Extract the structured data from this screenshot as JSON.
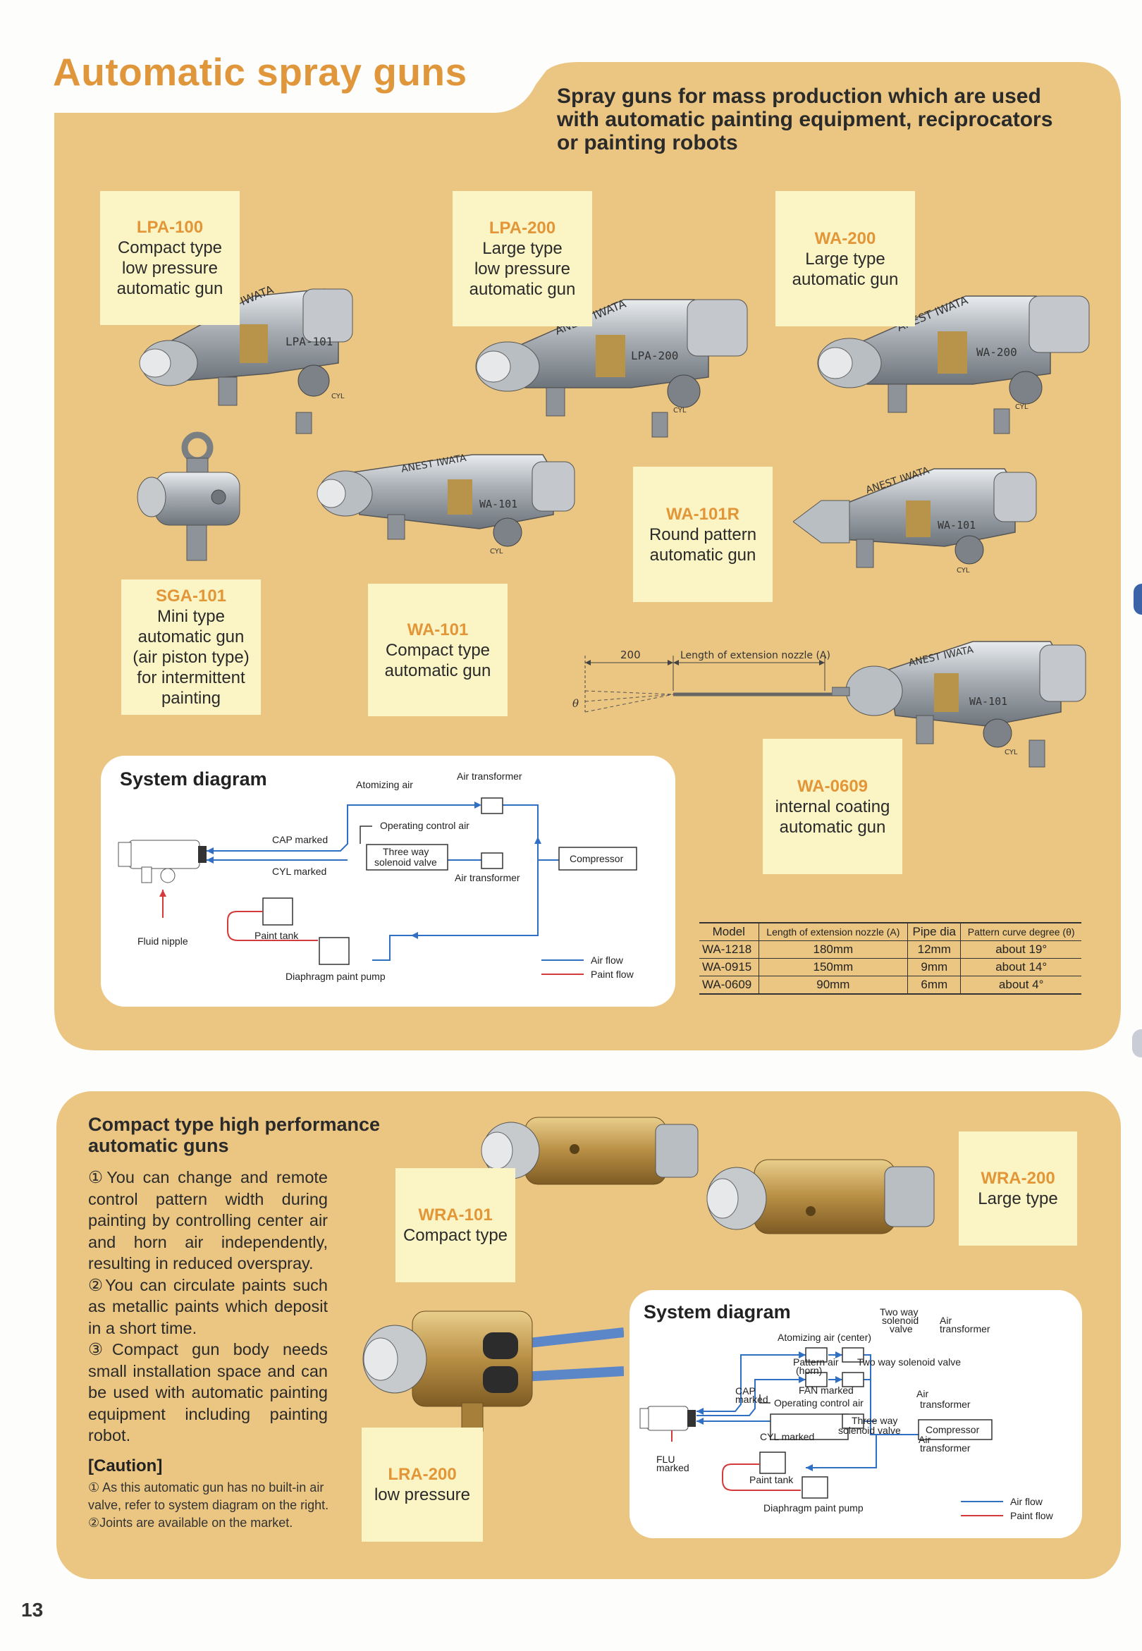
{
  "page": {
    "title": "Automatic spray guns",
    "subtitle": "Spray guns for mass production which are used with automatic painting equipment, reciprocators or painting robots",
    "page_number": "13"
  },
  "colors": {
    "panel": "#ebc682",
    "label_bg": "#fbf5c6",
    "model_text": "#e39638",
    "air_flow": "#2f6fc4",
    "paint_flow": "#d43a3a"
  },
  "guns": {
    "lpa100": {
      "model": "LPA-100",
      "line1": "Compact type",
      "line2": "low pressure",
      "line3": "automatic gun",
      "body_mark": "LPA-101",
      "brand": "ANEST IWATA",
      "cyl": "CYL"
    },
    "lpa200": {
      "model": "LPA-200",
      "line1": "Large type",
      "line2": "low pressure",
      "line3": "automatic gun",
      "body_mark": "LPA-200",
      "brand": "ANEST IWATA",
      "cyl": "CYL"
    },
    "wa200": {
      "model": "WA-200",
      "line1": "Large type",
      "line2": "automatic gun",
      "body_mark": "WA-200",
      "brand": "ANEST IWATA",
      "cyl": "CYL"
    },
    "sga101": {
      "model": "SGA-101",
      "line1": "Mini type",
      "line2": "automatic gun",
      "line3": "(air piston type)",
      "line4": "for intermittent",
      "line5": "painting"
    },
    "wa101": {
      "model": "WA-101",
      "line1": "Compact type",
      "line2": "automatic gun",
      "body_mark": "WA-101",
      "brand": "ANEST IWATA",
      "cyl": "CYL"
    },
    "wa101r": {
      "model": "WA-101R",
      "line1": "Round pattern",
      "line2": "automatic gun",
      "body_mark": "WA-101",
      "brand": "ANEST IWATA",
      "cyl": "CYL"
    },
    "wa0609": {
      "model": "WA-0609",
      "line1": "internal coating",
      "line2": "automatic gun",
      "body_mark": "WA-101",
      "brand": "ANEST IWATA",
      "cyl": "CYL"
    }
  },
  "extension": {
    "dist": "200",
    "length_label": "Length of extension nozzle (A)",
    "angle": "θ"
  },
  "spec_table": {
    "headers": [
      "Model",
      "Length of extension nozzle (A)",
      "Pipe dia",
      "Pattern curve degree (θ)"
    ],
    "rows": [
      [
        "WA-1218",
        "180mm",
        "12mm",
        "about 19°"
      ],
      [
        "WA-0915",
        "150mm",
        "9mm",
        "about 14°"
      ],
      [
        "WA-0609",
        "90mm",
        "6mm",
        "about 4°"
      ]
    ]
  },
  "diagram1": {
    "title": "System diagram",
    "atomizing_air": "Atomizing air",
    "air_transformer_top": "Air transformer",
    "operating_control_air": "Operating control air",
    "cap_marked": "CAP marked",
    "three_way_1": "Three way",
    "three_way_2": "solenoid valve",
    "air_transformer_mid": "Air transformer",
    "cyl_marked": "CYL marked",
    "compressor": "Compressor",
    "paint_tank": "Paint tank",
    "fluid_nipple": "Fluid nipple",
    "diaphragm_pump": "Diaphragm paint pump",
    "air_flow": "Air flow",
    "paint_flow": "Paint flow"
  },
  "bottom": {
    "heading_line1": "Compact type high performance",
    "heading_line2": "automatic guns",
    "point1": "①You can change and remote control pattern width during painting by controlling center air and horn air independently, resulting in reduced overspray.",
    "point2": "②You can circulate paints such as metallic paints which deposit in a short time.",
    "point3": "③Compact gun body needs small installation space and can be used with automatic painting equipment including painting robot.",
    "caution_heading": "[Caution]",
    "caution1": "① As this automatic gun has no built-in air valve, refer to system diagram on the right.",
    "caution2": "②Joints are available on the market.",
    "wra101": {
      "model": "WRA-101",
      "line1": "Compact type"
    },
    "wra200": {
      "model": "WRA-200",
      "line1": "Large type"
    },
    "lra200": {
      "model": "LRA-200",
      "line1": "low pressure"
    }
  },
  "diagram2": {
    "title": "System diagram",
    "two_way_1": "Two way",
    "two_way_2": "solenoid",
    "two_way_3": "valve",
    "air_transformer_a": "Air",
    "air_transformer_b": "transformer",
    "atomizing_center": "Atomizing air (center)",
    "pattern_air": "Pattern air",
    "horn": "(horn)",
    "two_way_valve": "Two way solenoid valve",
    "cap_1": "CAP",
    "cap_2": "marked",
    "fan_marked": "FAN marked",
    "operating_control_air": "Operating control air",
    "three_way_1": "Three way",
    "three_way_2": "solenoid valve",
    "cyl_marked": "CYL marked",
    "compressor": "Compressor",
    "flu_1": "FLU",
    "flu_2": "marked",
    "paint_tank": "Paint tank",
    "diaphragm_pump": "Diaphragm paint pump",
    "air_flow": "Air flow",
    "paint_flow": "Paint flow"
  }
}
